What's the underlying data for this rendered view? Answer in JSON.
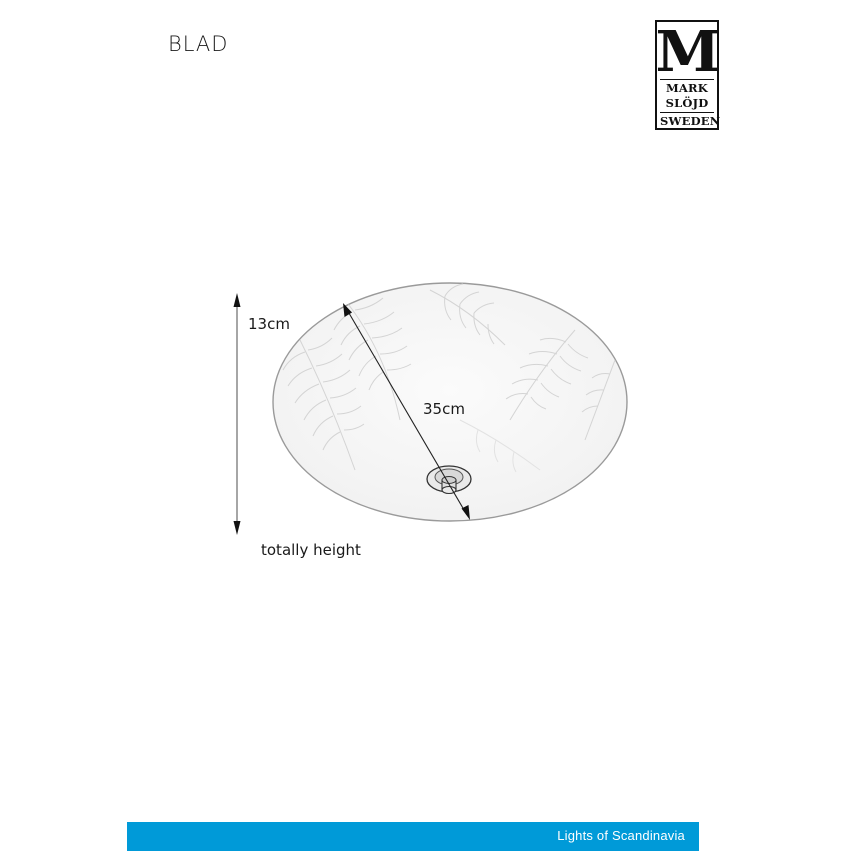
{
  "header": {
    "product_name": "BLAD"
  },
  "logo": {
    "monogram": "M",
    "lines": [
      "MARK",
      "SLÖJD",
      "SWEDEN"
    ]
  },
  "diagram": {
    "height_label": "13cm",
    "diameter_label": "35cm",
    "height_caption": "totally height",
    "icons": {
      "height_arrow": "double-arrow-vertical",
      "diameter_arrow": "double-arrow-diagonal",
      "lamp": "ceiling-bowl-lamp-leaf-pattern"
    }
  },
  "footer": {
    "tagline": "Lights of Scandinavia",
    "bar_color": "#009ad8"
  }
}
